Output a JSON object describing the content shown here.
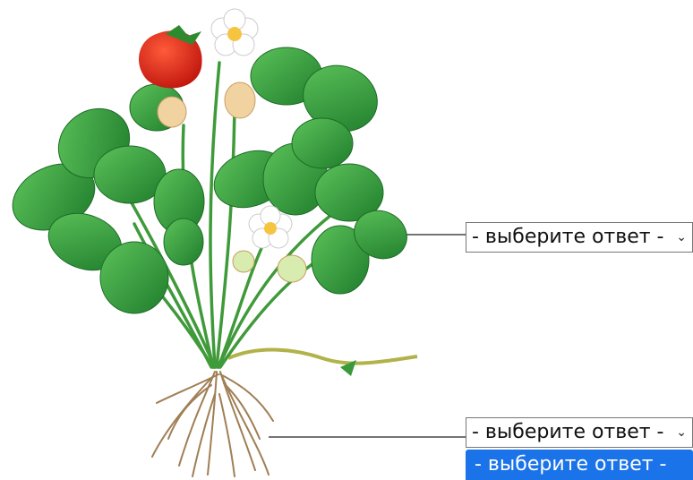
{
  "quiz": {
    "select_1": {
      "value": "- выберите ответ -"
    },
    "select_2": {
      "value": "- выберите ответ -"
    },
    "dropdown": {
      "highlighted_option": "- выберите ответ -"
    }
  },
  "icons": {
    "chevron": "chevron-down-icon"
  },
  "colors": {
    "highlight": "#1a73e8",
    "leaf": "#2e9a3a",
    "strawberry": "#e02a1e",
    "root": "#9b7a52"
  }
}
